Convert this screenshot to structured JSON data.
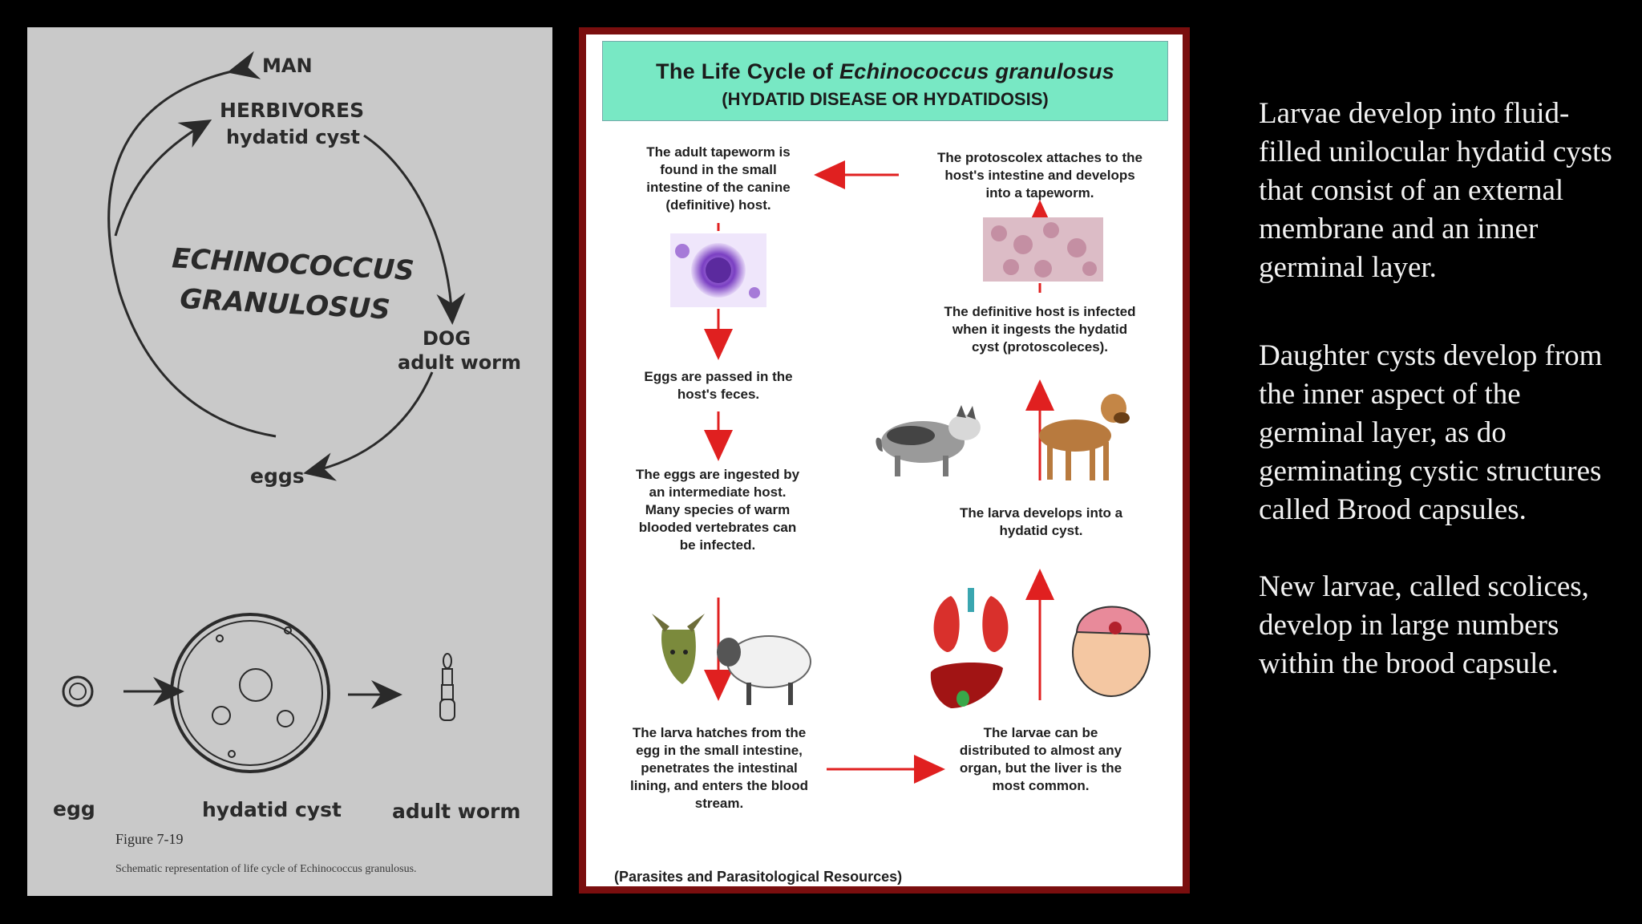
{
  "left_diagram": {
    "cycle_labels": {
      "man": "MAN",
      "herbivores": "HERBIVORES",
      "hydatid_cyst": "hydatid cyst",
      "organism_line1": "ECHINOCOCCUS",
      "organism_line2": "GRANULOSUS",
      "dog": "DOG",
      "adult_worm": "adult worm",
      "eggs": "eggs"
    },
    "stage_labels": {
      "egg": "egg",
      "hydatid_cyst": "hydatid cyst",
      "adult_worm": "adult worm"
    },
    "figure_label": "Figure 7-19",
    "caption": "Schematic representation of life cycle of Echinococcus granulosus."
  },
  "life_cycle_chart": {
    "title_prefix": "The Life Cycle of ",
    "title_organism": "Echinococcus granulosus",
    "subtitle": "(HYDATID DISEASE OR HYDATIDOSIS)",
    "steps": {
      "adult": "The adult tapeworm is found in the small intestine of the canine (definitive) host.",
      "eggs_passed": "Eggs are passed in the host's feces.",
      "eggs_ingested": "The eggs are ingested by an intermediate host. Many species of warm blooded vertebrates can be infected.",
      "larva_hatches": "The larva hatches from the egg in the small intestine, penetrates the intestinal lining, and enters the blood stream.",
      "larvae_distributed": "The larvae can be distributed to almost any organ, but the liver is the most common.",
      "larva_develops": "The larva develops into a hydatid cyst.",
      "definitive_infected": "The definitive host is infected when it ingests the hydatid cyst (protoscoleces).",
      "protoscolex": "The protoscolex attaches to the host's intestine and develops into a tapeworm."
    },
    "citation": "(Parasites and Parasitological Resources)",
    "colors": {
      "arrow": "#e02020",
      "title_bg": "#78e8c4",
      "frame": "#7a0e0e"
    }
  },
  "notes": [
    "Larvae develop into fluid-filled unilocular hydatid cysts that consist of an external membrane and an inner germinal layer.",
    "Daughter cysts develop from the inner aspect of the germinal layer, as do germinating cystic structures called Brood capsules.",
    "New larvae, called scolices, develop in large numbers within the brood capsule."
  ]
}
